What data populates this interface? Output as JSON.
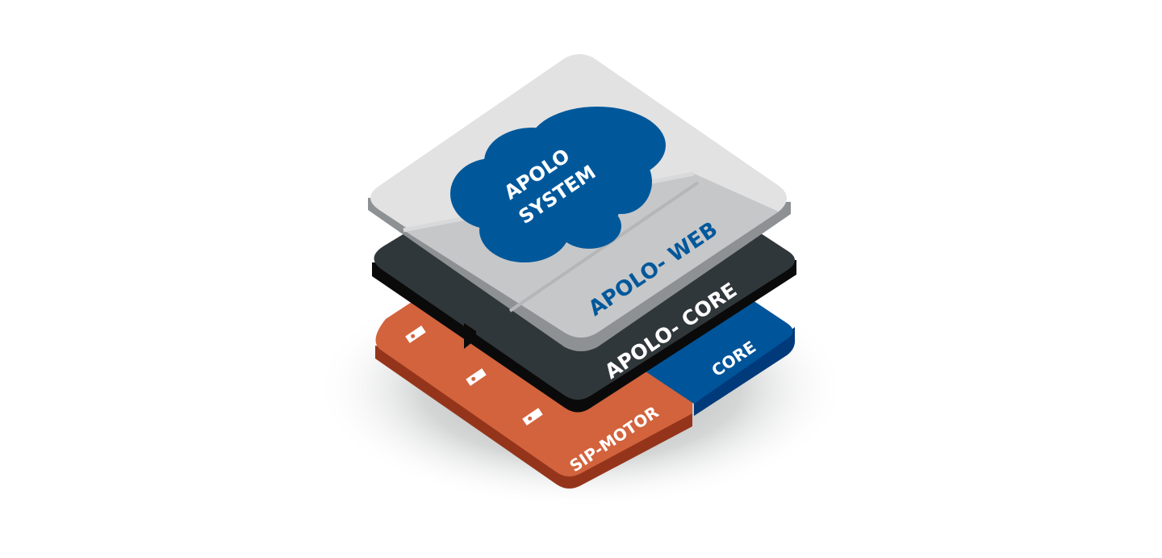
{
  "diagram": {
    "layers": [
      {
        "id": "sip-motor",
        "label": "SIP-MOTOR",
        "color": "#d2633d"
      },
      {
        "id": "core",
        "label": "CORE",
        "color": "#005499"
      },
      {
        "id": "apolo-core",
        "label": "APOLO- CORE",
        "color": "#30373a"
      },
      {
        "id": "apolo-web",
        "label": "APOLO- WEB",
        "color": "#c6c7c9"
      },
      {
        "id": "apolo-system",
        "label_line1": "APOLO",
        "label_line2": "SYSTEM",
        "color": "#00589b"
      }
    ]
  }
}
